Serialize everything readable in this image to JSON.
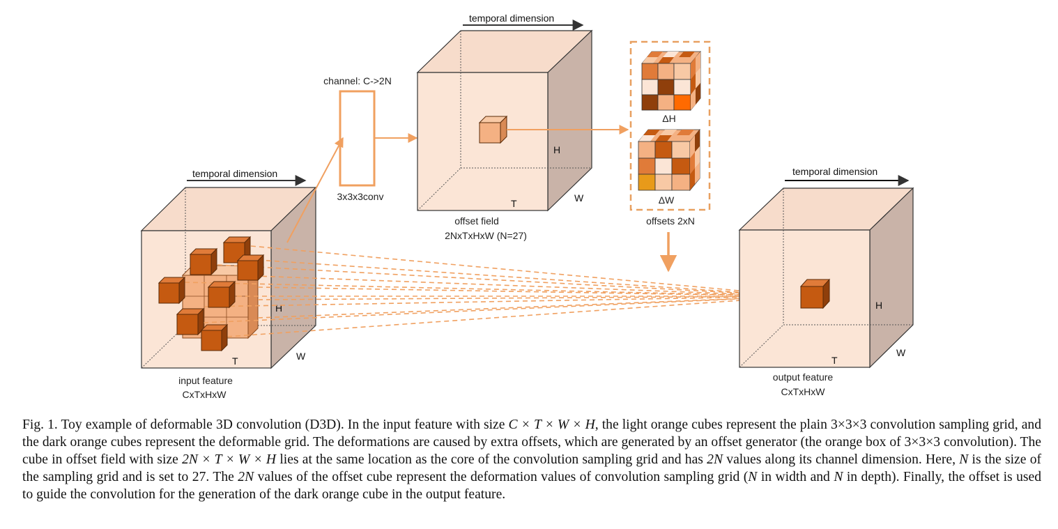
{
  "diagram": {
    "input_feature": {
      "temporal_label": "temporal dimension",
      "name": "input feature",
      "dims": "CxTxHxW",
      "axis_h": "H",
      "axis_t": "T",
      "axis_w": "W"
    },
    "conv": {
      "top_label": "channel: C->2N",
      "bottom_label": "3x3x3conv"
    },
    "offset_field": {
      "temporal_label": "temporal dimension",
      "name": "offset field",
      "dims": "2NxTxHxW  (N=27)",
      "axis_h": "H",
      "axis_t": "T",
      "axis_w": "W"
    },
    "offsets": {
      "delta_h": "ΔH",
      "delta_w": "ΔW",
      "label": "offsets 2xN"
    },
    "output_feature": {
      "temporal_label": "temporal dimension",
      "name": "output feature",
      "dims": "CxTxHxW",
      "axis_h": "H",
      "axis_t": "T",
      "axis_w": "W"
    },
    "colors": {
      "box_front": "#fbe5d6",
      "box_side": "#c9b3a8",
      "orange_arrow": "#f0a060",
      "dark_cube": "#c55a11",
      "light_cube": "#f4b183",
      "dashed_box": "#e8a060"
    }
  },
  "caption": {
    "s1": "Fig. 1.  Toy example of deformable 3D convolution (D3D). In the input feature with size ",
    "m1": "C × T × W × H",
    "s2": ", the light orange cubes represent the plain 3×3×3 convolution sampling grid, and the dark orange cubes represent the deformable grid. The deformations are caused by extra offsets, which are generated by an offset generator (the orange box of 3×3×3 convolution). The cube in offset field with size ",
    "m2": "2N × T × W × H",
    "s3": " lies at the same location as the core of the convolution sampling grid and has ",
    "m3": "2N",
    "s4": " values along its channel dimension. Here, ",
    "m4": "N",
    "s5": " is the size of the sampling grid and is set to 27. The ",
    "m5": "2N",
    "s6": " values of the offset cube represent the deformation values of convolution sampling grid (",
    "m6": "N",
    "s7": " in width and ",
    "m7": "N",
    "s8": " in depth). Finally, the offset is used to guide the convolution for the generation of the dark orange cube in the output feature."
  }
}
